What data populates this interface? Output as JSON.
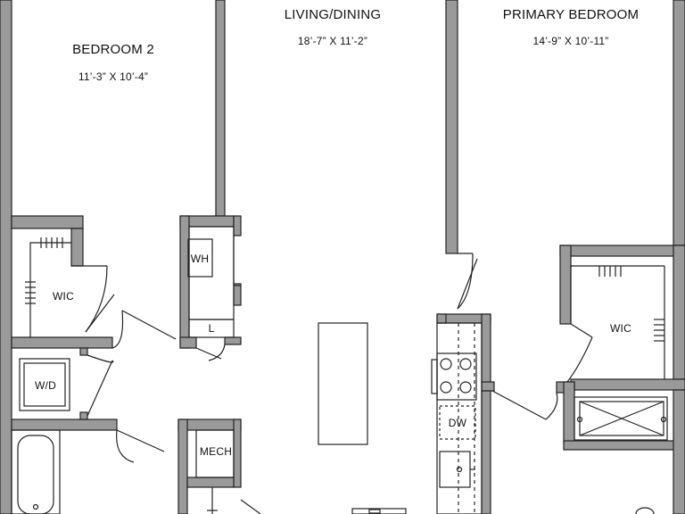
{
  "rooms": {
    "bedroom2": {
      "name": "BEDROOM 2",
      "dims": "11’-3” X 10’-4”"
    },
    "living": {
      "name": "LIVING/DINING",
      "dims": "18’-7” X 11’-2”"
    },
    "primary": {
      "name": "PRIMARY BEDROOM",
      "dims": "14’-9” X 10’-11”"
    }
  },
  "fixtures": {
    "wic_left": "WIC",
    "wic_right": "WIC",
    "wh": "WH",
    "linen": "L",
    "wd": "W/D",
    "mech": "MECH",
    "dw": "DW"
  },
  "colors": {
    "wall": "#9a9a9a",
    "wall_stroke": "#222222",
    "line": "#222222"
  }
}
